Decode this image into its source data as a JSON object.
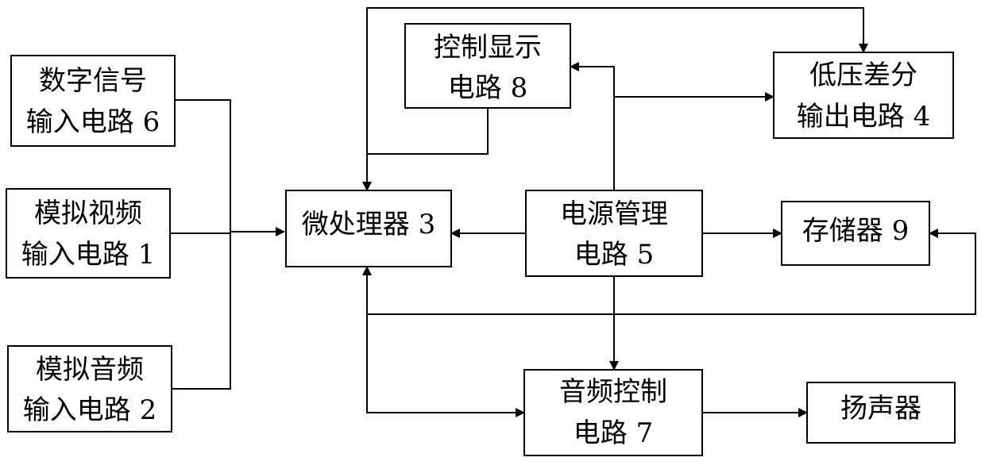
{
  "blocks": {
    "digital_input": {
      "line1": "数字信号",
      "line2": "输入电路 6"
    },
    "analog_video": {
      "line1": "模拟视频",
      "line2": "输入电路 1"
    },
    "analog_audio": {
      "line1": "模拟音频",
      "line2": "输入电路 2"
    },
    "display_control": {
      "line1": "控制显示",
      "line2": "电路 8"
    },
    "lvds_output": {
      "line1": "低压差分",
      "line2": "输出电路 4"
    },
    "microprocessor": {
      "line1": "微处理器 3"
    },
    "power_management": {
      "line1": "电源管理",
      "line2": "电路 5"
    },
    "memory": {
      "line1": "存储器 9"
    },
    "audio_control": {
      "line1": "音频控制",
      "line2": "电路 7"
    },
    "speaker": {
      "line1": "扬声器"
    }
  }
}
